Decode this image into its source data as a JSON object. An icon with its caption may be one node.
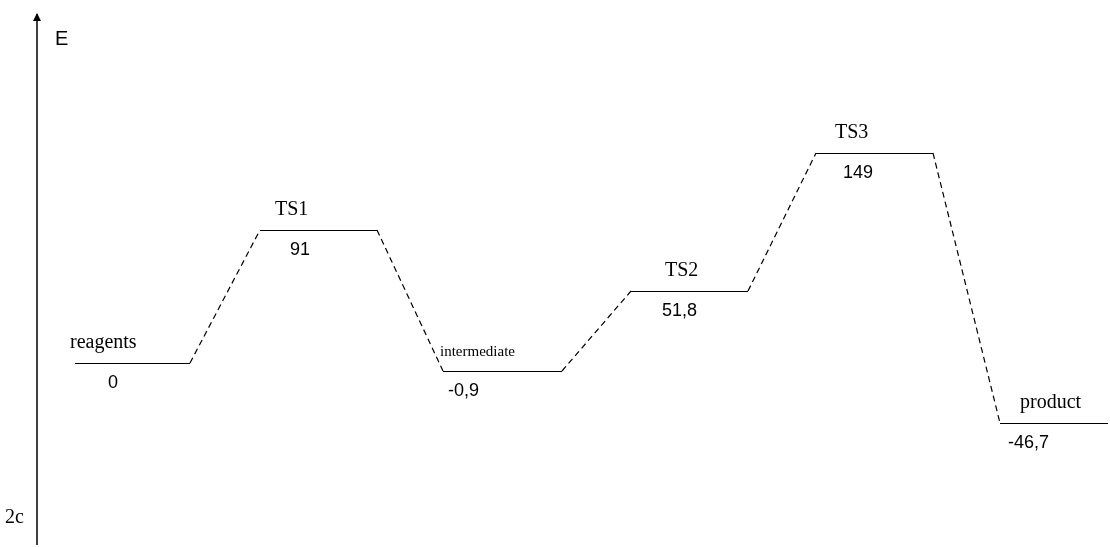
{
  "diagram": {
    "nodes": [
      {
        "text": [
          "reagents",
          "0"
        ]
      },
      {
        "text": [
          "TS1",
          "91"
        ]
      },
      {
        "text": [
          "intermediate",
          "-0,9"
        ]
      },
      {
        "text": [
          "TS2",
          "51,8"
        ]
      },
      {
        "text": [
          "TS3",
          "149"
        ]
      },
      {
        "text": [
          "product",
          "-46,7"
        ]
      }
    ],
    "edges": [
      {
        "from": 0,
        "to": 1,
        "arrow": "none",
        "style": "dashed"
      },
      {
        "from": 1,
        "to": 2,
        "arrow": "none",
        "style": "dashed"
      },
      {
        "from": 2,
        "to": 3,
        "arrow": "none",
        "style": "dashed"
      },
      {
        "from": 3,
        "to": 4,
        "arrow": "none",
        "style": "dashed"
      },
      {
        "from": 4,
        "to": 5,
        "arrow": "none",
        "style": "dashed"
      }
    ],
    "labels": [
      "E",
      "2c"
    ]
  }
}
